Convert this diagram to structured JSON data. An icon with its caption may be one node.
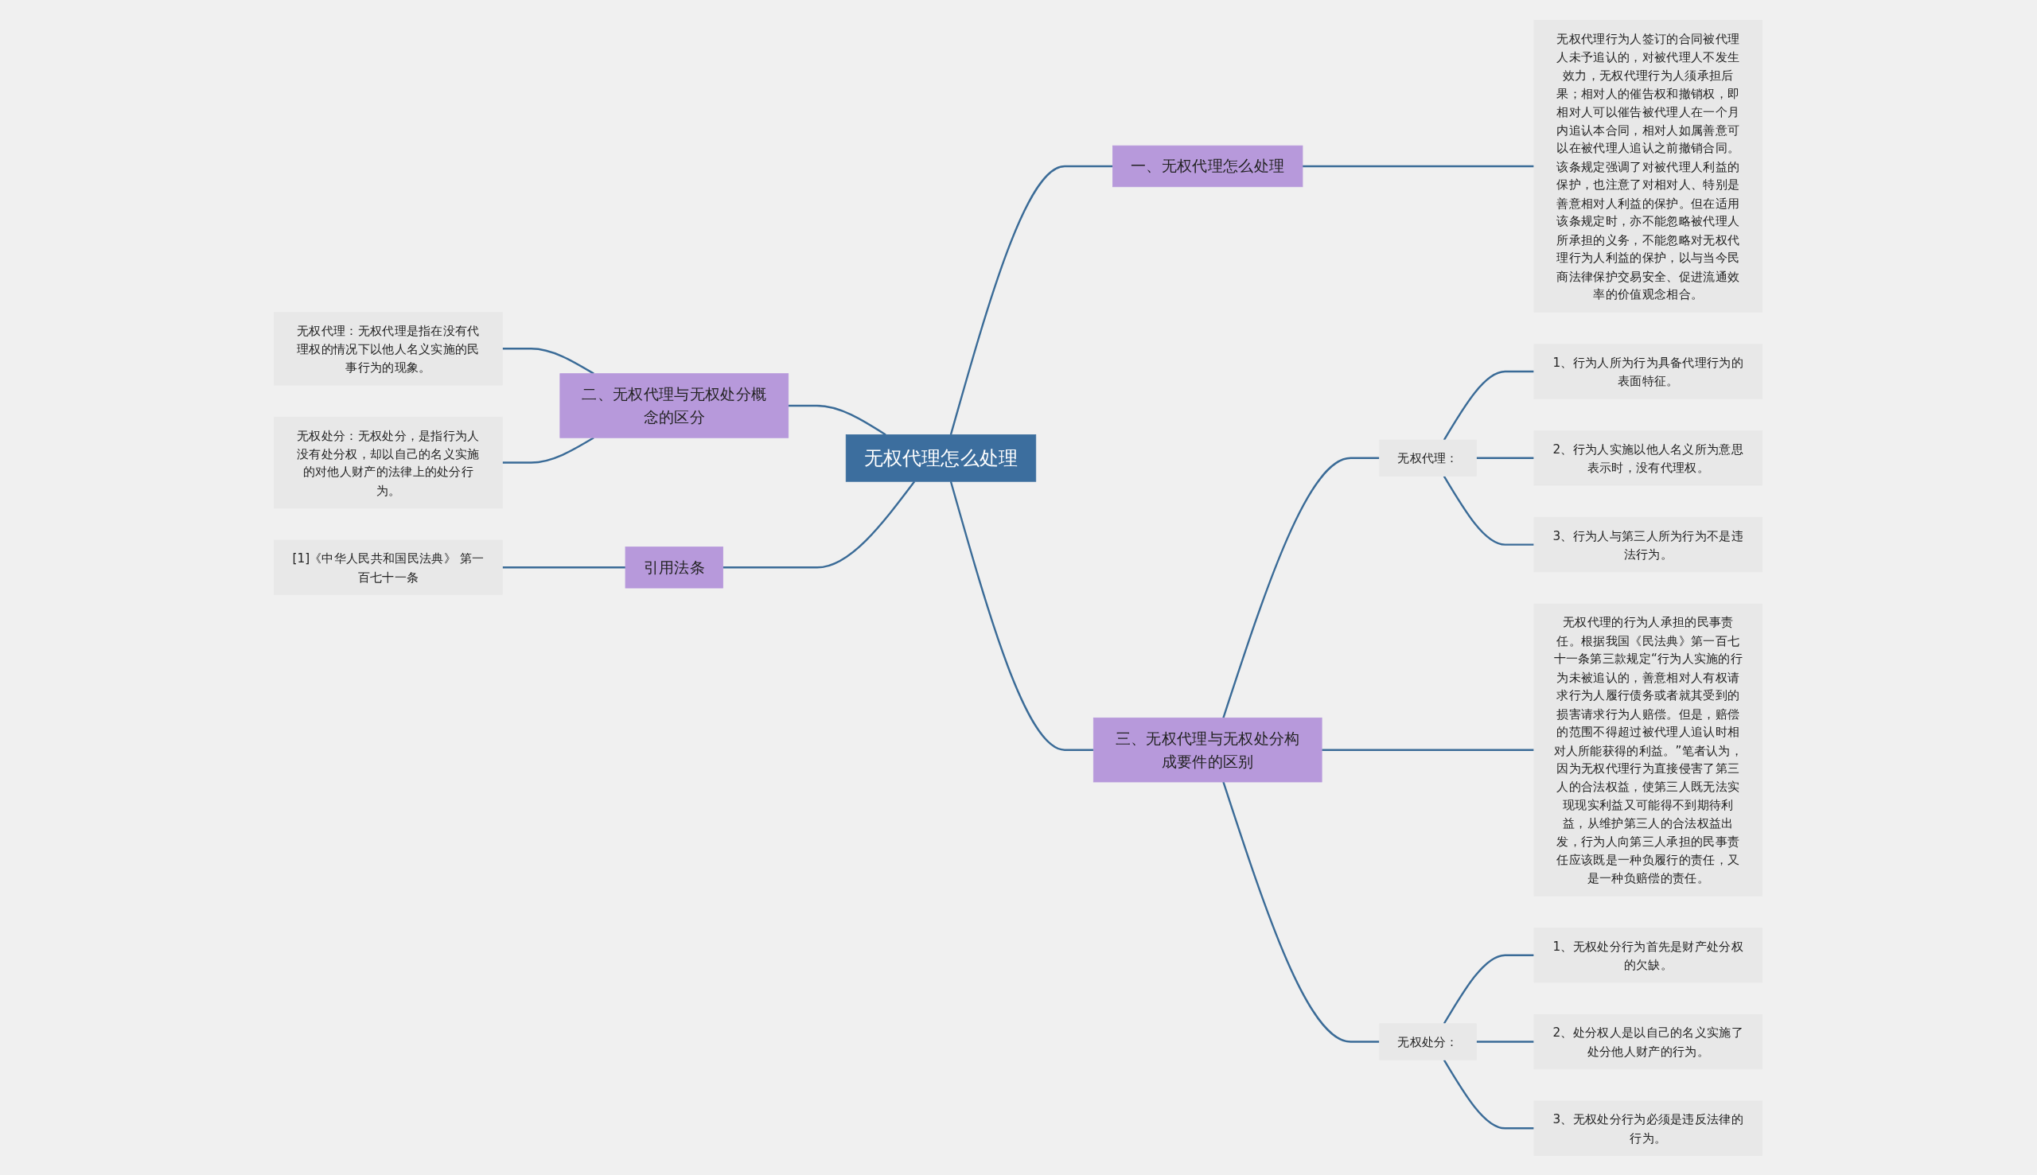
{
  "diagram": {
    "nodes": [
      {
        "text": [
          "无权代理怎么处理"
        ]
      },
      {
        "text": [
          "一、无权代理怎么处理"
        ]
      },
      {
        "text": [
          "无权代理行为人签订的合同被代理人未予追认的，对被代理人不发生效力，无权代理行为人须承担后果；相对人的催告权和撤销权，即相对人可以催告被代理人在一个月内追认本合同，相对人如属善意可以在被代理人追认之前撤销合同。该条规定强调了对被代理人利益的保护，也注意了对相对人、特别是善意相对人利益的保护。但在适用该条规定时，亦不能忽略被代理人所承担的义务，不能忽略对无权代理行为人利益的保护，以与当今民商法律保护交易安全、促进流通效率的价值观念相合。"
        ]
      },
      {
        "text": [
          "二、无权代理与无权处分概念的区分"
        ]
      },
      {
        "text": [
          "无权代理：无权代理是指在没有代理权的情况下以他人名义实施的民事行为的现象。"
        ]
      },
      {
        "text": [
          "无权处分：无权处分，是指行为人没有处分权，却以自己的名义实施的对他人财产的法律上的处分行为。"
        ]
      },
      {
        "text": [
          "引用法条"
        ]
      },
      {
        "text": [
          "[1]《中华人民共和国民法典》 第一百七十一条"
        ]
      },
      {
        "text": [
          "三、无权代理与无权处分构成要件的区别"
        ]
      },
      {
        "text": [
          "无权代理："
        ]
      },
      {
        "text": [
          "1、行为人所为行为具备代理行为的表面特征。"
        ]
      },
      {
        "text": [
          "2、行为人实施以他人名义所为意思表示时，没有代理权。"
        ]
      },
      {
        "text": [
          "3、行为人与第三人所为行为不是违法行为。"
        ]
      },
      {
        "text": [
          "无权代理的行为人承担的民事责任。根据我国《民法典》第一百七十一条第三款规定“行为人实施的行为未被追认的，善意相对人有权请求行为人履行债务或者就其受到的损害请求行为人赔偿。但是，赔偿的范围不得超过被代理人追认时相对人所能获得的利益。”笔者认为，因为无权代理行为直接侵害了第三人的合法权益，使第三人既无法实现现实利益又可能得不到期待利益，从维护第三人的合法权益出发，行为人向第三人承担的民事责任应该既是一种负履行的责任，又是一种负赔偿的责任。"
        ]
      },
      {
        "text": [
          "无权处分："
        ]
      },
      {
        "text": [
          "1、无权处分行为首先是财产处分权的欠缺。"
        ]
      },
      {
        "text": [
          "2、处分权人是以自己的名义实施了处分他人财产的行为。"
        ]
      },
      {
        "text": [
          "3、无权处分行为必须是违反法律的行为。"
        ]
      }
    ],
    "edges": [
      {
        "from": 0,
        "to": 1,
        "arrow": "none"
      },
      {
        "from": 1,
        "to": 2,
        "arrow": "none"
      },
      {
        "from": 3,
        "to": 0,
        "arrow": "none"
      },
      {
        "from": 4,
        "to": 3,
        "arrow": "none"
      },
      {
        "from": 5,
        "to": 3,
        "arrow": "none"
      },
      {
        "from": 6,
        "to": 0,
        "arrow": "none"
      },
      {
        "from": 7,
        "to": 6,
        "arrow": "none"
      },
      {
        "from": 0,
        "to": 8,
        "arrow": "none"
      },
      {
        "from": 8,
        "to": 9,
        "arrow": "none"
      },
      {
        "from": 9,
        "to": 10,
        "arrow": "none"
      },
      {
        "from": 9,
        "to": 11,
        "arrow": "none"
      },
      {
        "from": 9,
        "to": 12,
        "arrow": "none"
      },
      {
        "from": 8,
        "to": 13,
        "arrow": "none"
      },
      {
        "from": 8,
        "to": 14,
        "arrow": "none"
      },
      {
        "from": 14,
        "to": 15,
        "arrow": "none"
      },
      {
        "from": 14,
        "to": 16,
        "arrow": "none"
      },
      {
        "from": 14,
        "to": 17,
        "arrow": "none"
      }
    ]
  }
}
